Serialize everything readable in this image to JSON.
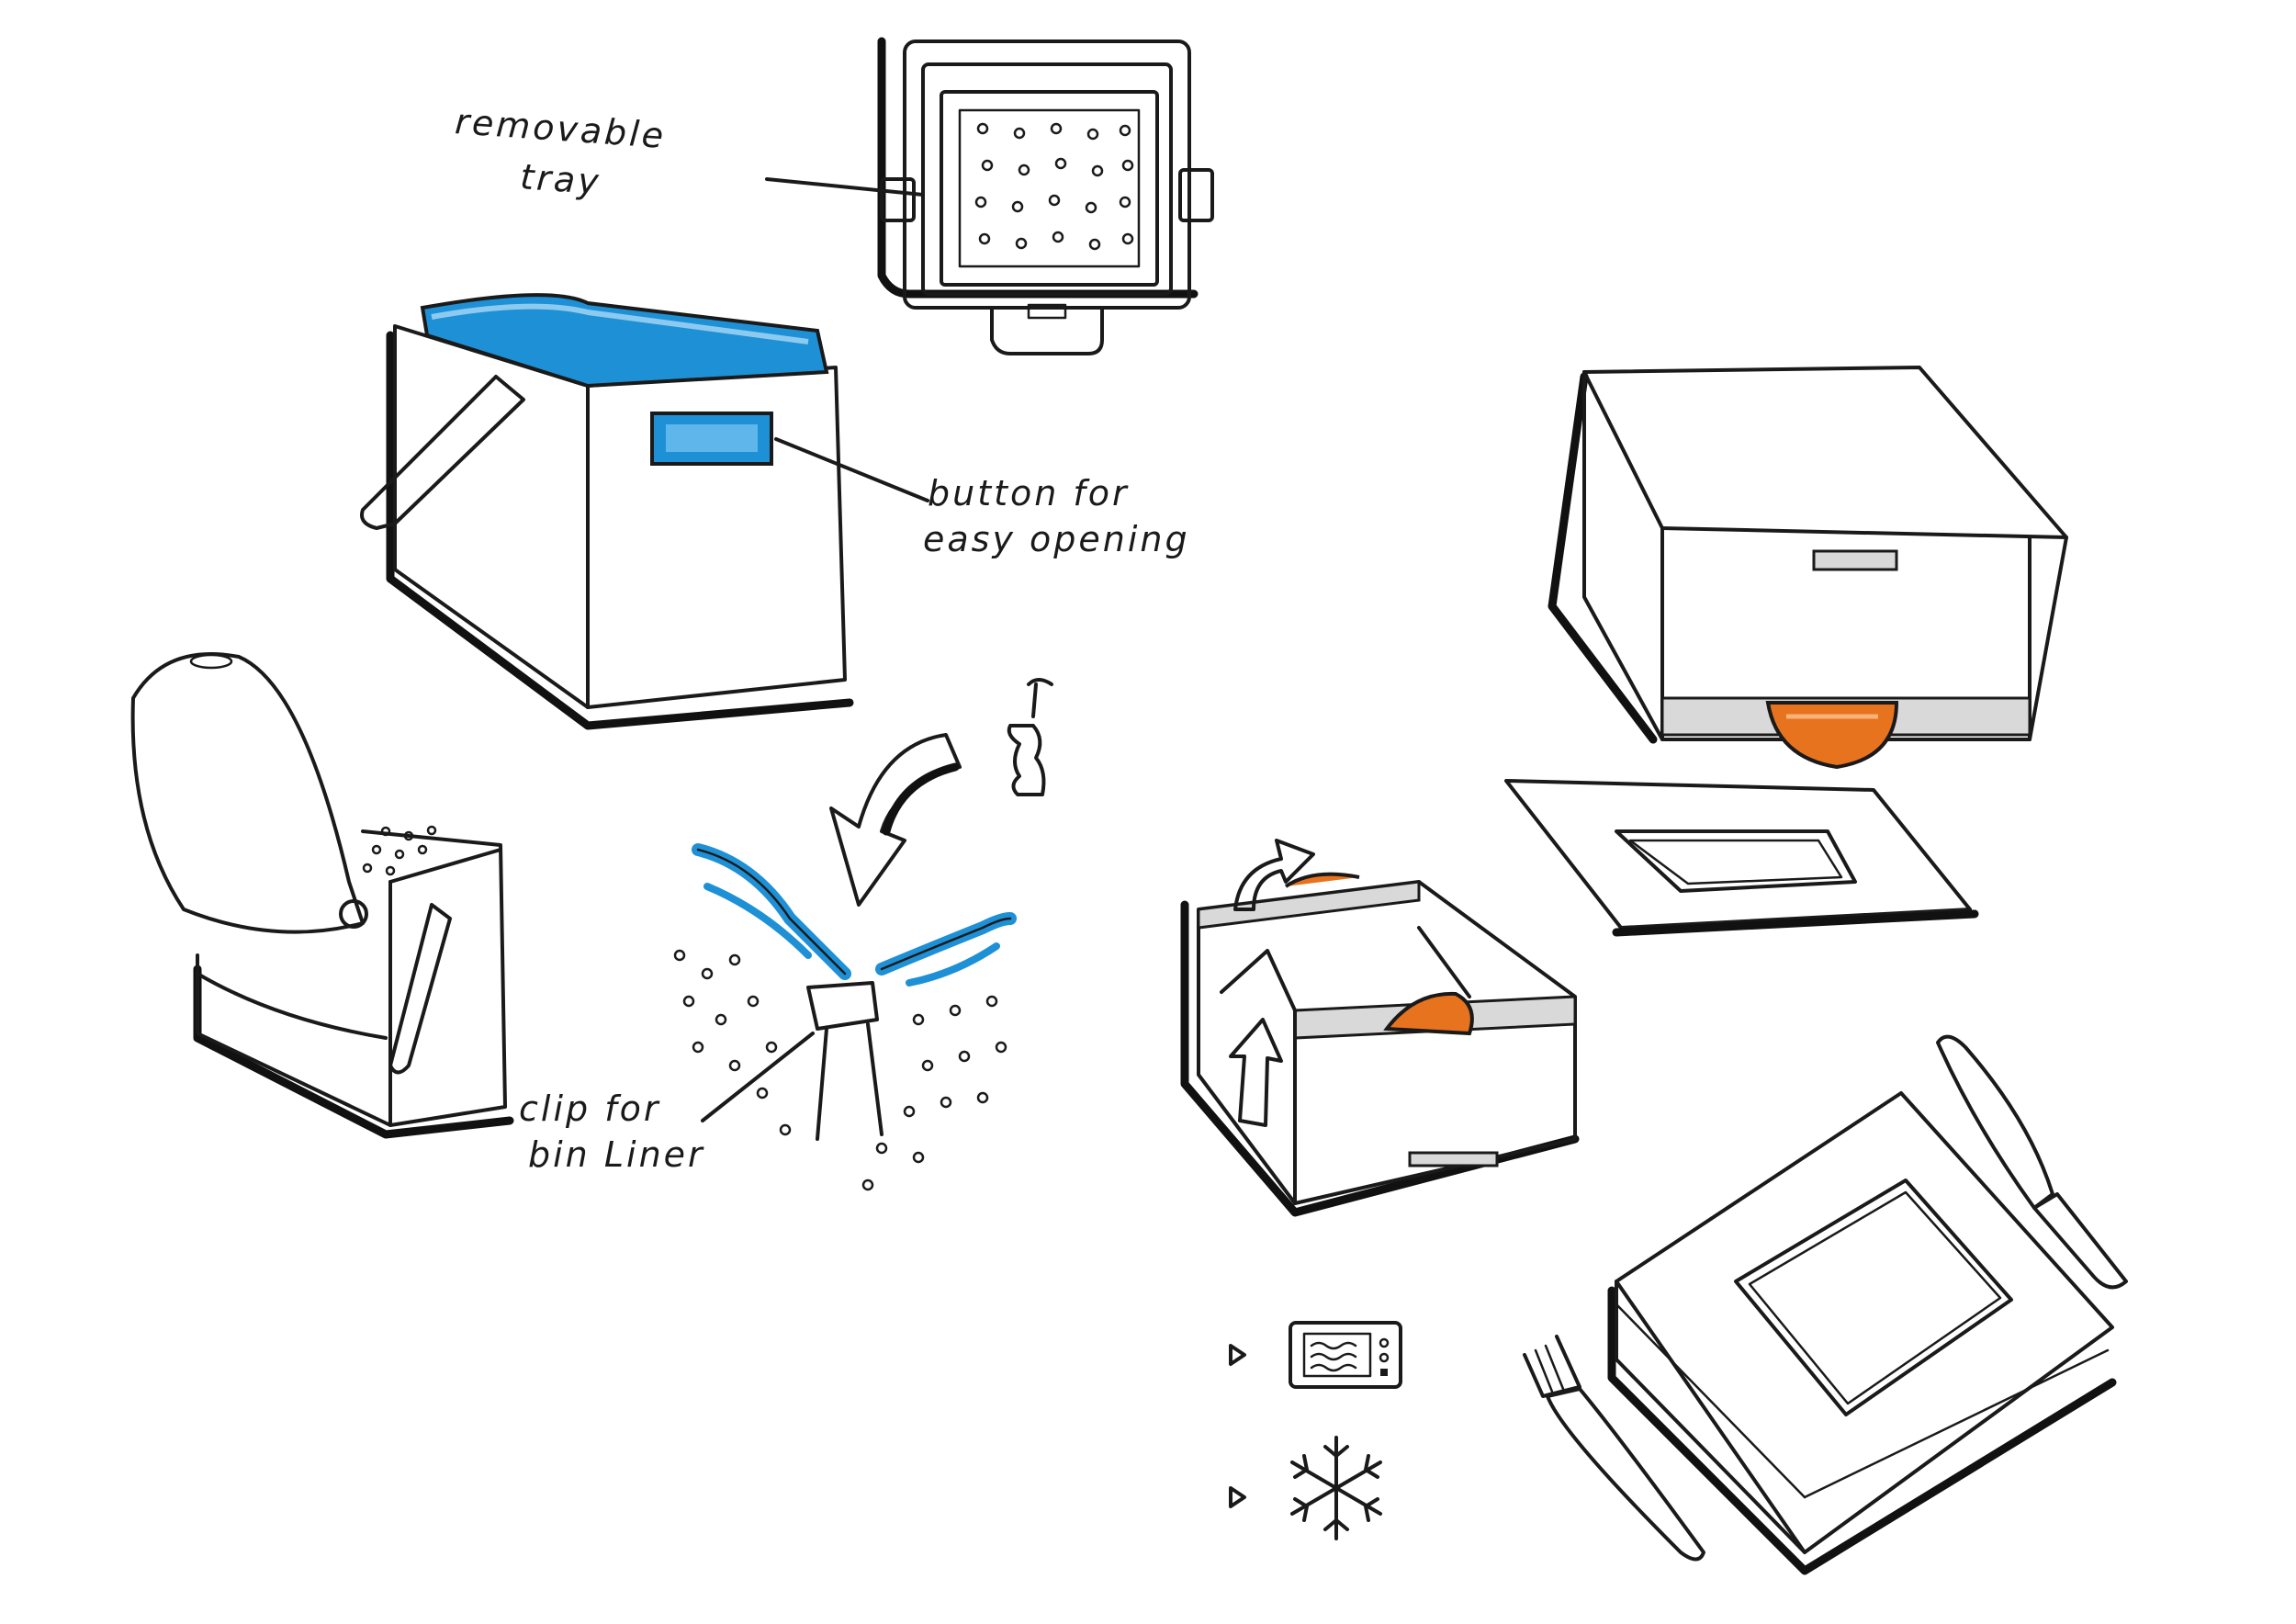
{
  "labels": {
    "removable_tray": [
      "removable",
      "tray"
    ],
    "button": [
      "button for",
      "easy opening"
    ],
    "clip": [
      "clip for",
      "bin Liner"
    ]
  },
  "colors": {
    "accent_blue": "#1e90d6",
    "accent_orange": "#e8731e",
    "grey_band": "#d9d9d9",
    "ink": "#1a1a1a"
  },
  "icons": [
    "microwave-icon",
    "snowflake-icon",
    "fork-icon",
    "knife-icon",
    "arrow-icon"
  ]
}
